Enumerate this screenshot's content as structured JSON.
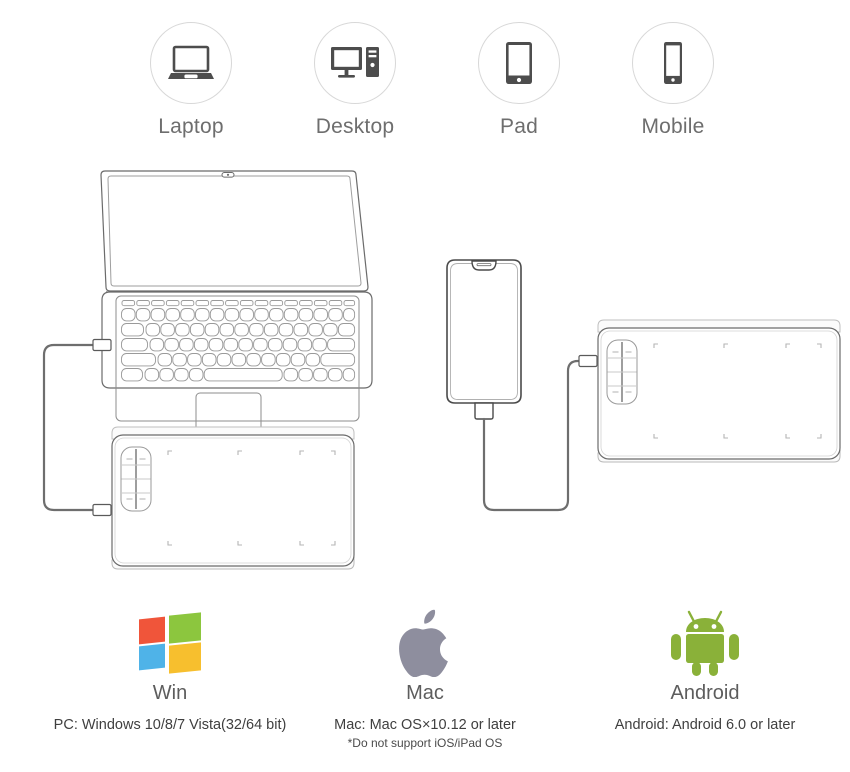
{
  "devices": [
    {
      "label": "Laptop",
      "icon": "laptop-icon"
    },
    {
      "label": "Desktop",
      "icon": "desktop-icon"
    },
    {
      "label": "Pad",
      "icon": "tablet-icon"
    },
    {
      "label": "Mobile",
      "icon": "mobile-icon"
    }
  ],
  "illustration": {
    "laptop": "laptop-illustration",
    "phone": "phone-illustration",
    "tablet_left": "drawing-tablet-illustration",
    "tablet_right": "drawing-tablet-illustration",
    "cable_left": "usb-cable",
    "cable_right": "usb-cable"
  },
  "os": [
    {
      "name": "Win",
      "logo": "windows-logo",
      "desc": "PC: Windows 10/8/7 Vista(32/64 bit)",
      "note": ""
    },
    {
      "name": "Mac",
      "logo": "apple-logo",
      "desc": "Mac: Mac OS×10.12 or later",
      "note": "*Do not support iOS/iPad OS"
    },
    {
      "name": "Android",
      "logo": "android-logo",
      "desc": "Android: Android 6.0 or later",
      "note": ""
    }
  ],
  "colors": {
    "line": "#5a5a5a",
    "circle_border": "#d8d8d8",
    "icon": "#4d4d4d",
    "label": "#6e6e6e",
    "windows_red": "#f0553a",
    "windows_green": "#8cc63e",
    "windows_blue": "#4fb3e8",
    "windows_yellow": "#f7bf2e",
    "apple_gray": "#8e8e9e",
    "android_green": "#8ab139"
  }
}
